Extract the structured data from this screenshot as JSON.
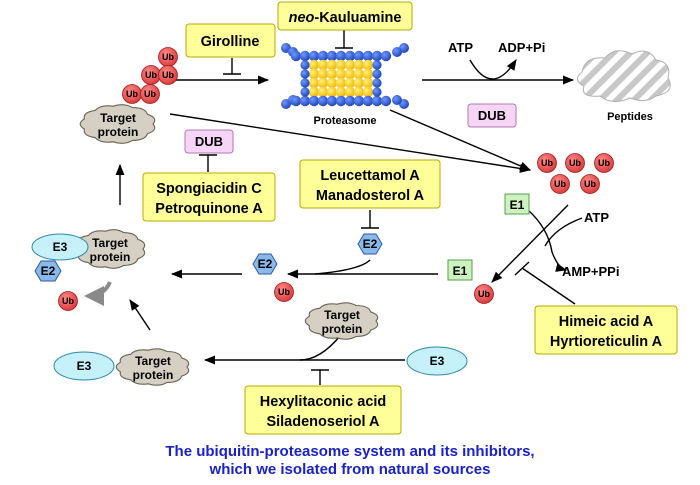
{
  "diagram": {
    "inhibitors": {
      "girolline": "Girolline",
      "kauluamine_prefix": "neo",
      "kauluamine_suffix": "-Kauluamine",
      "spongiacidin_line1": "Spongiacidin C",
      "spongiacidin_line2": "Petroquinone A",
      "leucettamol_line1": "Leucettamol A",
      "leucettamol_line2": "Manadosterol A",
      "himeic_line1": "Himeic acid A",
      "himeic_line2": "Hyrtioreticulin A",
      "hexylitaconic_line1": "Hexylitaconic acid",
      "hexylitaconic_line2": "Siladenoseriol A"
    },
    "labels": {
      "proteasome": "Proteasome",
      "peptides": "Peptides",
      "target_protein_line1": "Target",
      "target_protein_line2": "protein",
      "atp": "ATP",
      "adp_pi": "ADP+Pi",
      "amp_ppi": "AMP+PPi",
      "dub": "DUB",
      "ub": "Ub",
      "e1": "E1",
      "e2": "E2",
      "e3": "E3"
    },
    "colors": {
      "inhibitor_box": "#ffff99",
      "dub_box": "#f6d5f6",
      "e1_box": "#cdf2c0",
      "e2_hex": "#89b9ea",
      "e3_ellipse": "#c6f1fb",
      "ub_circle": "#e94b4b",
      "proteasome_core": "#ffd400",
      "proteasome_outer": "#2f5fd0",
      "caption": "#1a22c8"
    }
  },
  "caption": {
    "line1": "The ubiquitin-proteasome system and its inhibitors,",
    "line2": "which we isolated from natural sources"
  }
}
